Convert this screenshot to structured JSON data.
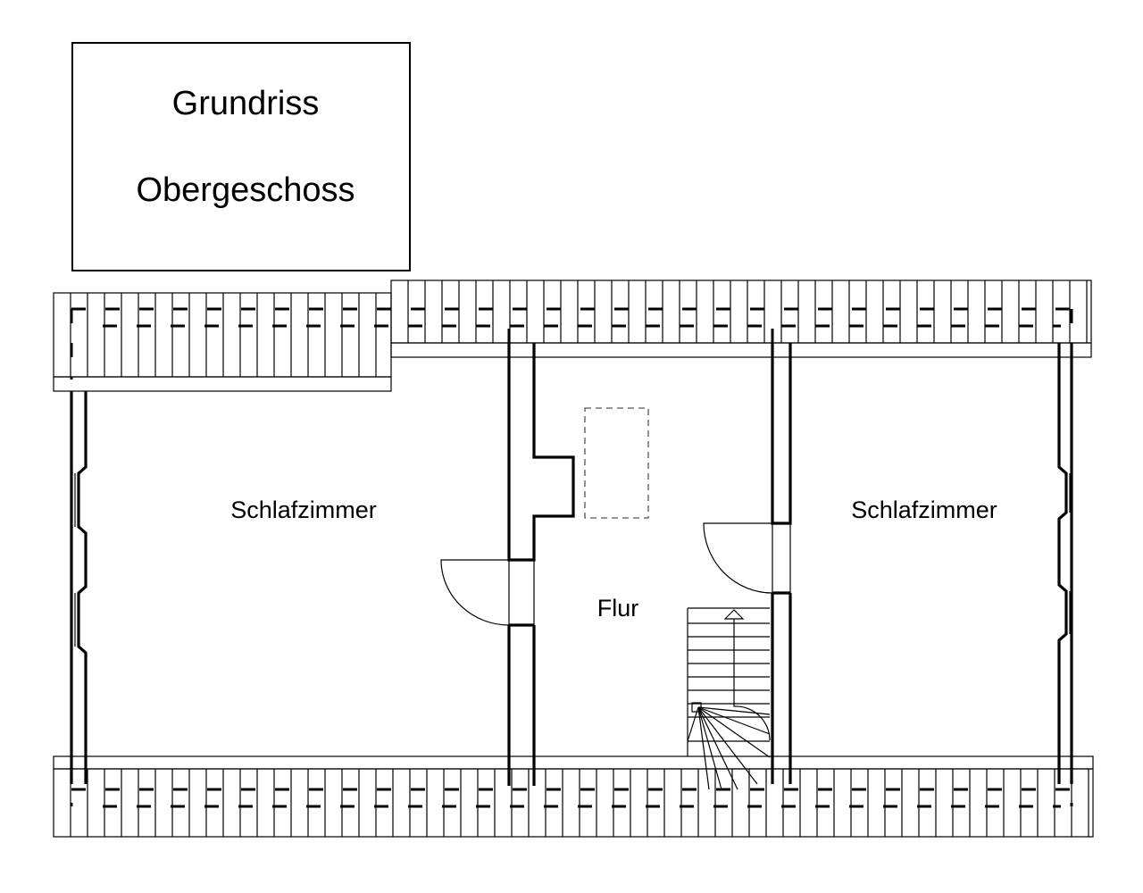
{
  "title": {
    "line1": "Grundriss",
    "line2": "Obergeschoss"
  },
  "rooms": {
    "left": "Schlafzimmer",
    "hall": "Flur",
    "right": "Schlafzimmer"
  },
  "colors": {
    "line": "#000000",
    "background": "#ffffff",
    "skylight": "#555555"
  }
}
